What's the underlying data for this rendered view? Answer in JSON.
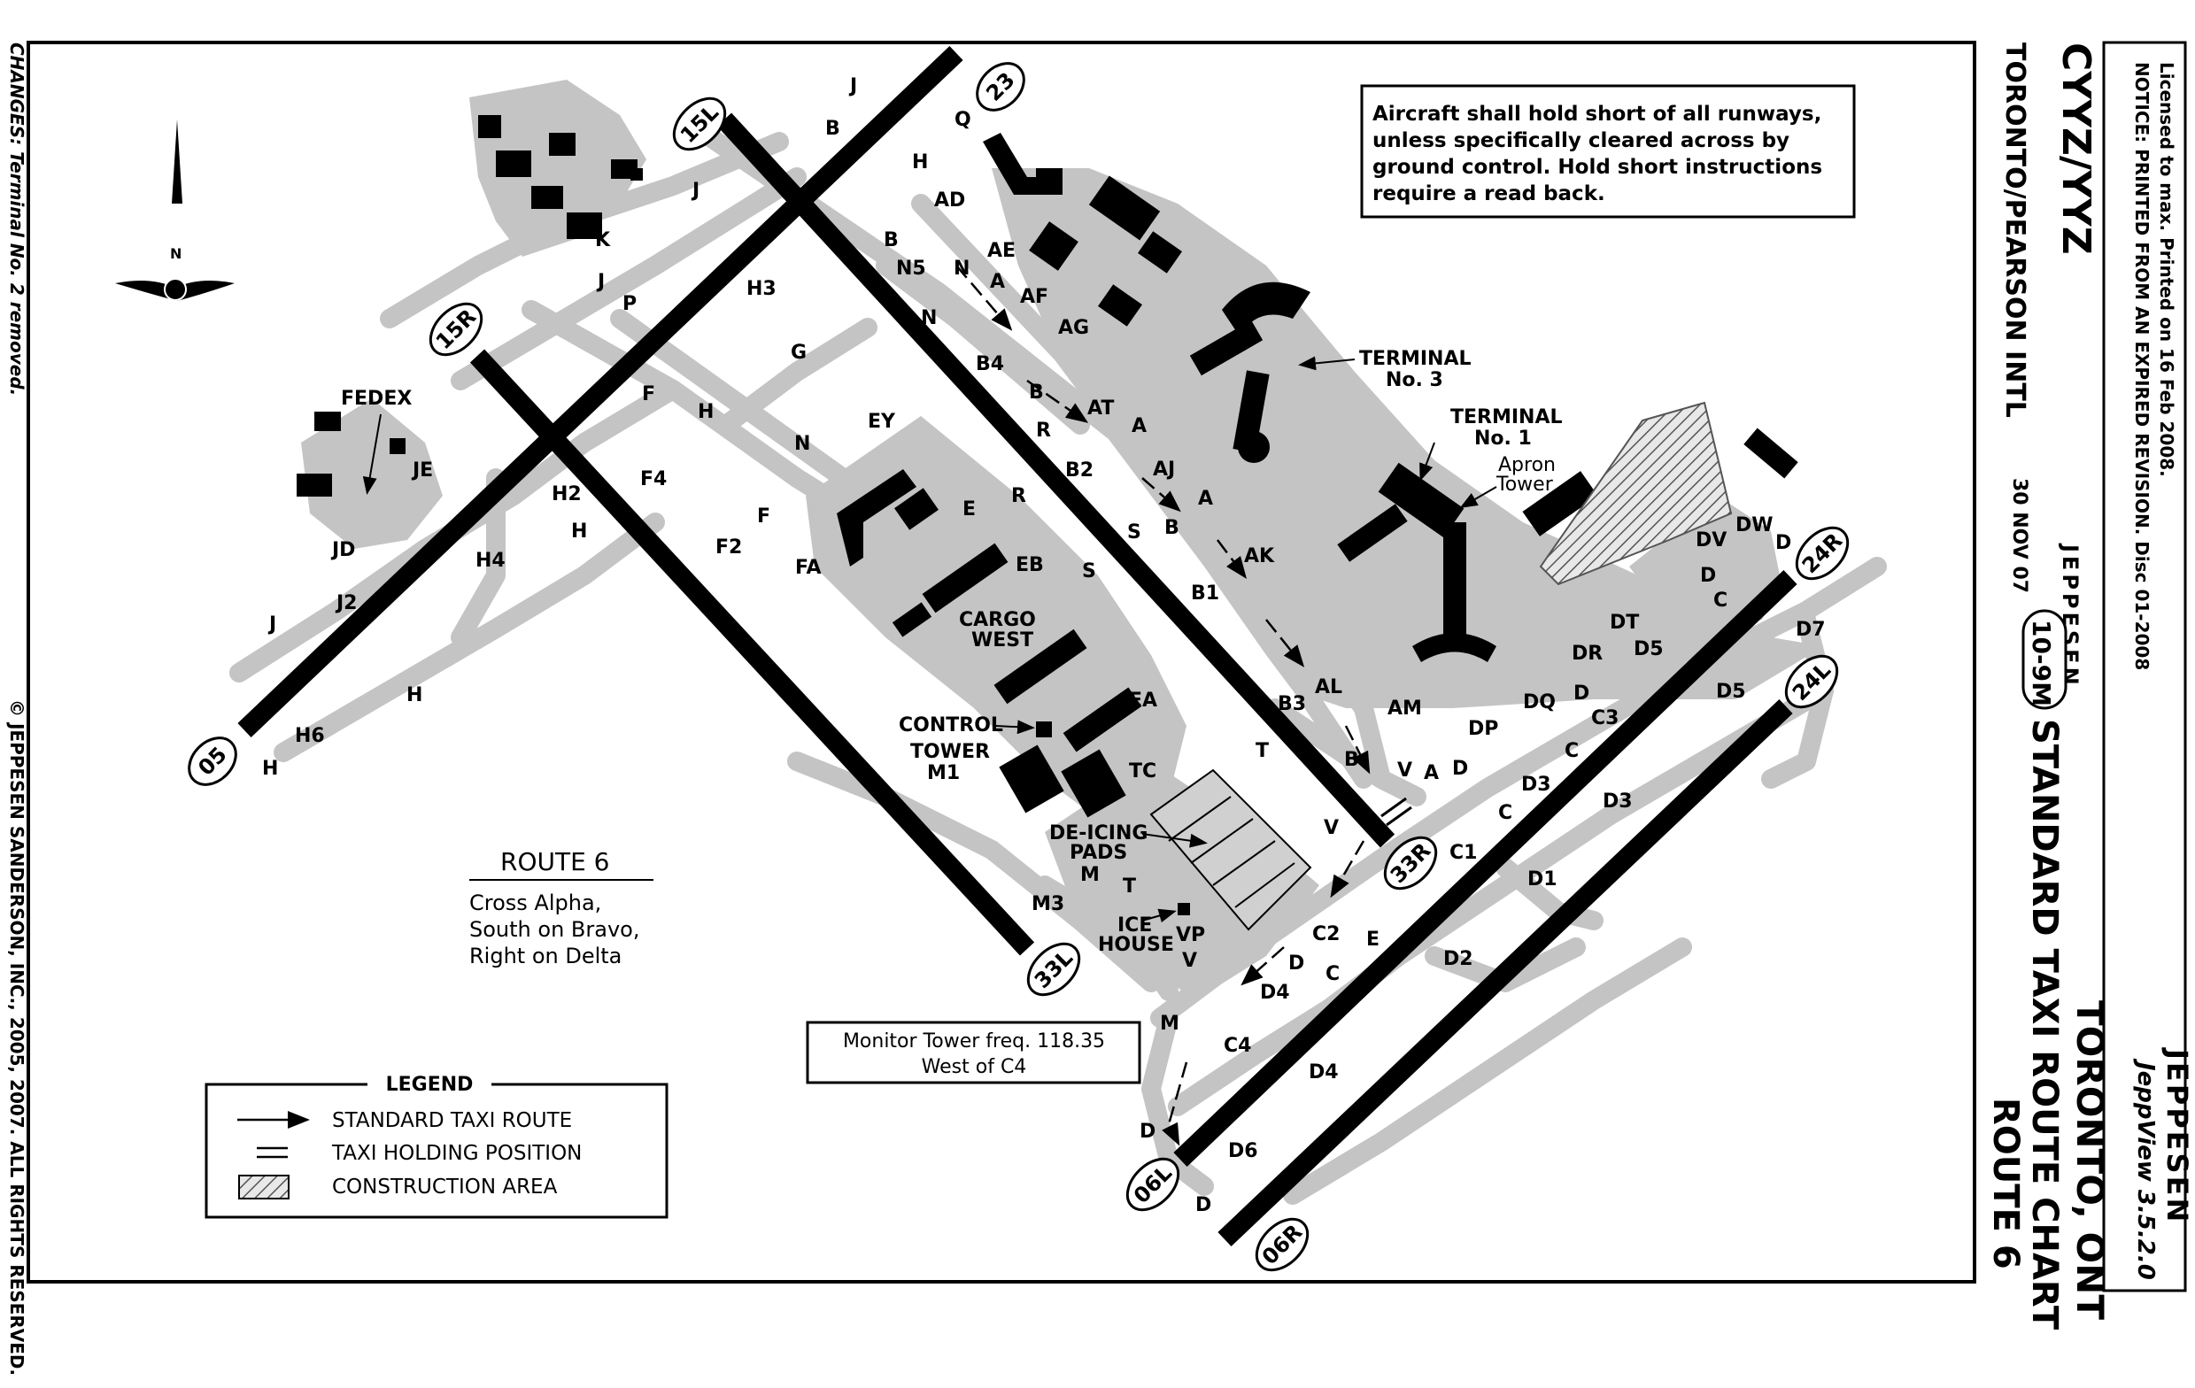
{
  "header": {
    "icao": "CYYZ/YYZ",
    "airport_name": "TORONTO/PEARSON INTL",
    "license_line": "Licensed to max.  Printed on 16 Feb 2008.",
    "notice_line": "NOTICE: PRINTED FROM AN EXPIRED REVISION.  Disc 01-2008",
    "date": "30 NOV 07",
    "chart_number": "10-9M",
    "chart_title": "STANDARD TAXI ROUTE CHART",
    "city": "TORONTO, ONT",
    "route": "ROUTE 6",
    "brand_small": "JEPPESEN",
    "brand_big": "JEPPESEN",
    "software": "JeppView 3.5.2.0"
  },
  "side_notes": {
    "changes": "CHANGES: Terminal No. 2 removed.",
    "copyright": "© JEPPESEN SANDERSON, INC., 2005, 2007. ALL RIGHTS RESERVED."
  },
  "notice_box": [
    "Aircraft shall hold short of all runways,",
    "unless specifically cleared across by",
    "ground control.  Hold short instructions",
    "require a read back."
  ],
  "route_box": {
    "title": "ROUTE 6",
    "lines": [
      "Cross Alpha,",
      "South on Bravo,",
      "Right on Delta"
    ]
  },
  "monitor_box": [
    "Monitor Tower freq. 118.35",
    "West of C4"
  ],
  "legend": {
    "title": "LEGEND",
    "items": [
      {
        "symbol": "arrow",
        "label": "STANDARD TAXI ROUTE"
      },
      {
        "symbol": "holding",
        "label": "TAXI HOLDING POSITION"
      },
      {
        "symbol": "hatch",
        "label": "CONSTRUCTION AREA"
      }
    ]
  },
  "compass": {
    "label": "N"
  },
  "runways": [
    {
      "end_a": "15L",
      "end_b": "33R"
    },
    {
      "end_a": "15R",
      "end_b": "33L"
    },
    {
      "end_a": "23",
      "end_b": "05"
    },
    {
      "end_a": "24R",
      "end_b": "06L"
    },
    {
      "end_a": "24L",
      "end_b": "06R"
    }
  ],
  "facilities": {
    "terminal3": [
      "TERMINAL",
      "No. 3"
    ],
    "terminal1": [
      "TERMINAL",
      "No. 1"
    ],
    "apron_tower": [
      "Apron",
      "Tower"
    ],
    "cargo_west": [
      "CARGO",
      "WEST"
    ],
    "control_tower": [
      "CONTROL",
      "TOWER"
    ],
    "deicing": [
      "DE-ICING",
      "PADS"
    ],
    "ice_house": [
      "ICE",
      "HOUSE"
    ],
    "fedex": "FEDEX"
  },
  "taxiways": {
    "J_top": "J",
    "B_top": "B",
    "H_top": "H",
    "Q": "Q",
    "AD": "AD",
    "B_mid": "B",
    "N5": "N5",
    "N_1": "N",
    "AE": "AE",
    "A_1": "A",
    "AF": "AF",
    "N_2": "N",
    "AG": "AG",
    "B4": "B4",
    "B_2": "B",
    "AT": "AT",
    "A_2": "A",
    "R_1": "R",
    "AJ": "AJ",
    "B2": "B2",
    "A_3": "A",
    "S_1": "S",
    "B_3": "B",
    "AK": "AK",
    "B1": "B1",
    "J_1": "J",
    "K": "K",
    "J_2": "J",
    "P": "P",
    "H3": "H3",
    "G": "G",
    "F_1": "F",
    "H_1": "H",
    "EY": "EY",
    "N_3": "N",
    "JE": "JE",
    "F4": "F4",
    "H2": "H2",
    "H_2": "H",
    "F_2": "F",
    "E": "E",
    "R_2": "R",
    "JD": "JD",
    "H4": "H4",
    "F2": "F2",
    "FA": "FA",
    "EB": "EB",
    "S_2": "S",
    "J_3": "J",
    "J2": "J2",
    "H_3": "H",
    "H6": "H6",
    "H_4": "H",
    "EA": "EA",
    "M1": "M1",
    "TC": "TC",
    "T_1": "T",
    "B3": "B3",
    "AL": "AL",
    "AM": "AM",
    "DP": "DP",
    "DQ": "DQ",
    "D_1": "D",
    "DR": "DR",
    "D5_1": "D5",
    "DT": "DT",
    "D_2": "D",
    "C_1": "C",
    "DV": "DV",
    "DW": "DW",
    "D_3": "D",
    "D7": "D7",
    "D5_2": "D5",
    "C3": "C3",
    "C_2": "C",
    "D3_1": "D3",
    "D3_2": "D3",
    "C_3": "C",
    "B_4": "B",
    "V_1": "V",
    "A_4": "A",
    "D_4": "D",
    "V_2": "V",
    "C1": "C1",
    "D1": "D1",
    "M_1": "M",
    "T_2": "T",
    "M3": "M3",
    "VP": "VP",
    "V_3": "V",
    "C2": "C2",
    "E_2": "E",
    "D_5": "D",
    "C_4": "C",
    "D4_1": "D4",
    "D2": "D2",
    "M_2": "M",
    "C4": "C4",
    "D4_2": "D4",
    "D_6": "D",
    "D6": "D6",
    "D_7": "D"
  }
}
